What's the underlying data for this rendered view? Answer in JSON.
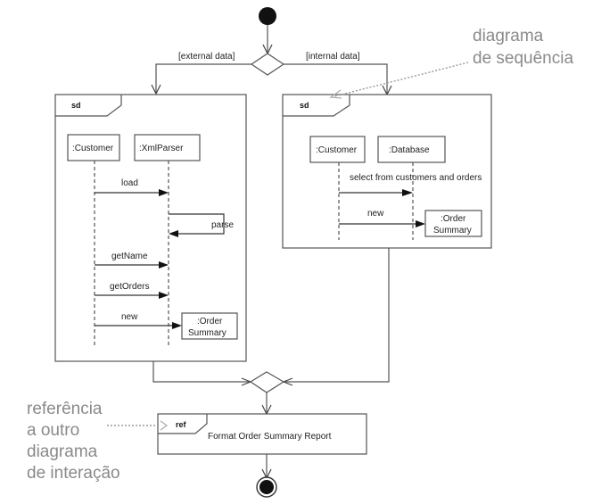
{
  "diagram": {
    "type": "UML interaction overview diagram",
    "guards": {
      "left": "[external data]",
      "right": "[internal data]"
    },
    "left_frame": {
      "tag": "sd",
      "lifelines": [
        ":Customer",
        ":XmlParser"
      ],
      "messages": [
        {
          "label": "load",
          "from": ":Customer",
          "to": ":XmlParser"
        },
        {
          "label": "parse",
          "from": ":XmlParser",
          "to": ":XmlParser",
          "self": true
        },
        {
          "label": "getName",
          "from": ":Customer",
          "to": ":XmlParser"
        },
        {
          "label": "getOrders",
          "from": ":Customer",
          "to": ":XmlParser"
        },
        {
          "label": "new",
          "from": ":Customer",
          "to": ":Order Summary"
        }
      ],
      "created": [
        ":Order",
        "Summary"
      ]
    },
    "right_frame": {
      "tag": "sd",
      "lifelines": [
        ":Customer",
        ":Database"
      ],
      "messages": [
        {
          "label": "select from customers and orders",
          "from": ":Customer",
          "to": ":Database"
        },
        {
          "label": "new",
          "from": ":Customer",
          "to": ":Order Summary"
        }
      ],
      "created": [
        ":Order",
        "Summary"
      ]
    },
    "ref_frame": {
      "tag": "ref",
      "label": "Format Order Summary Report"
    },
    "annotations": {
      "sequence": [
        "diagrama",
        "de sequência"
      ],
      "reference": [
        "referência",
        "a outro",
        "diagrama",
        "de interação"
      ]
    }
  }
}
